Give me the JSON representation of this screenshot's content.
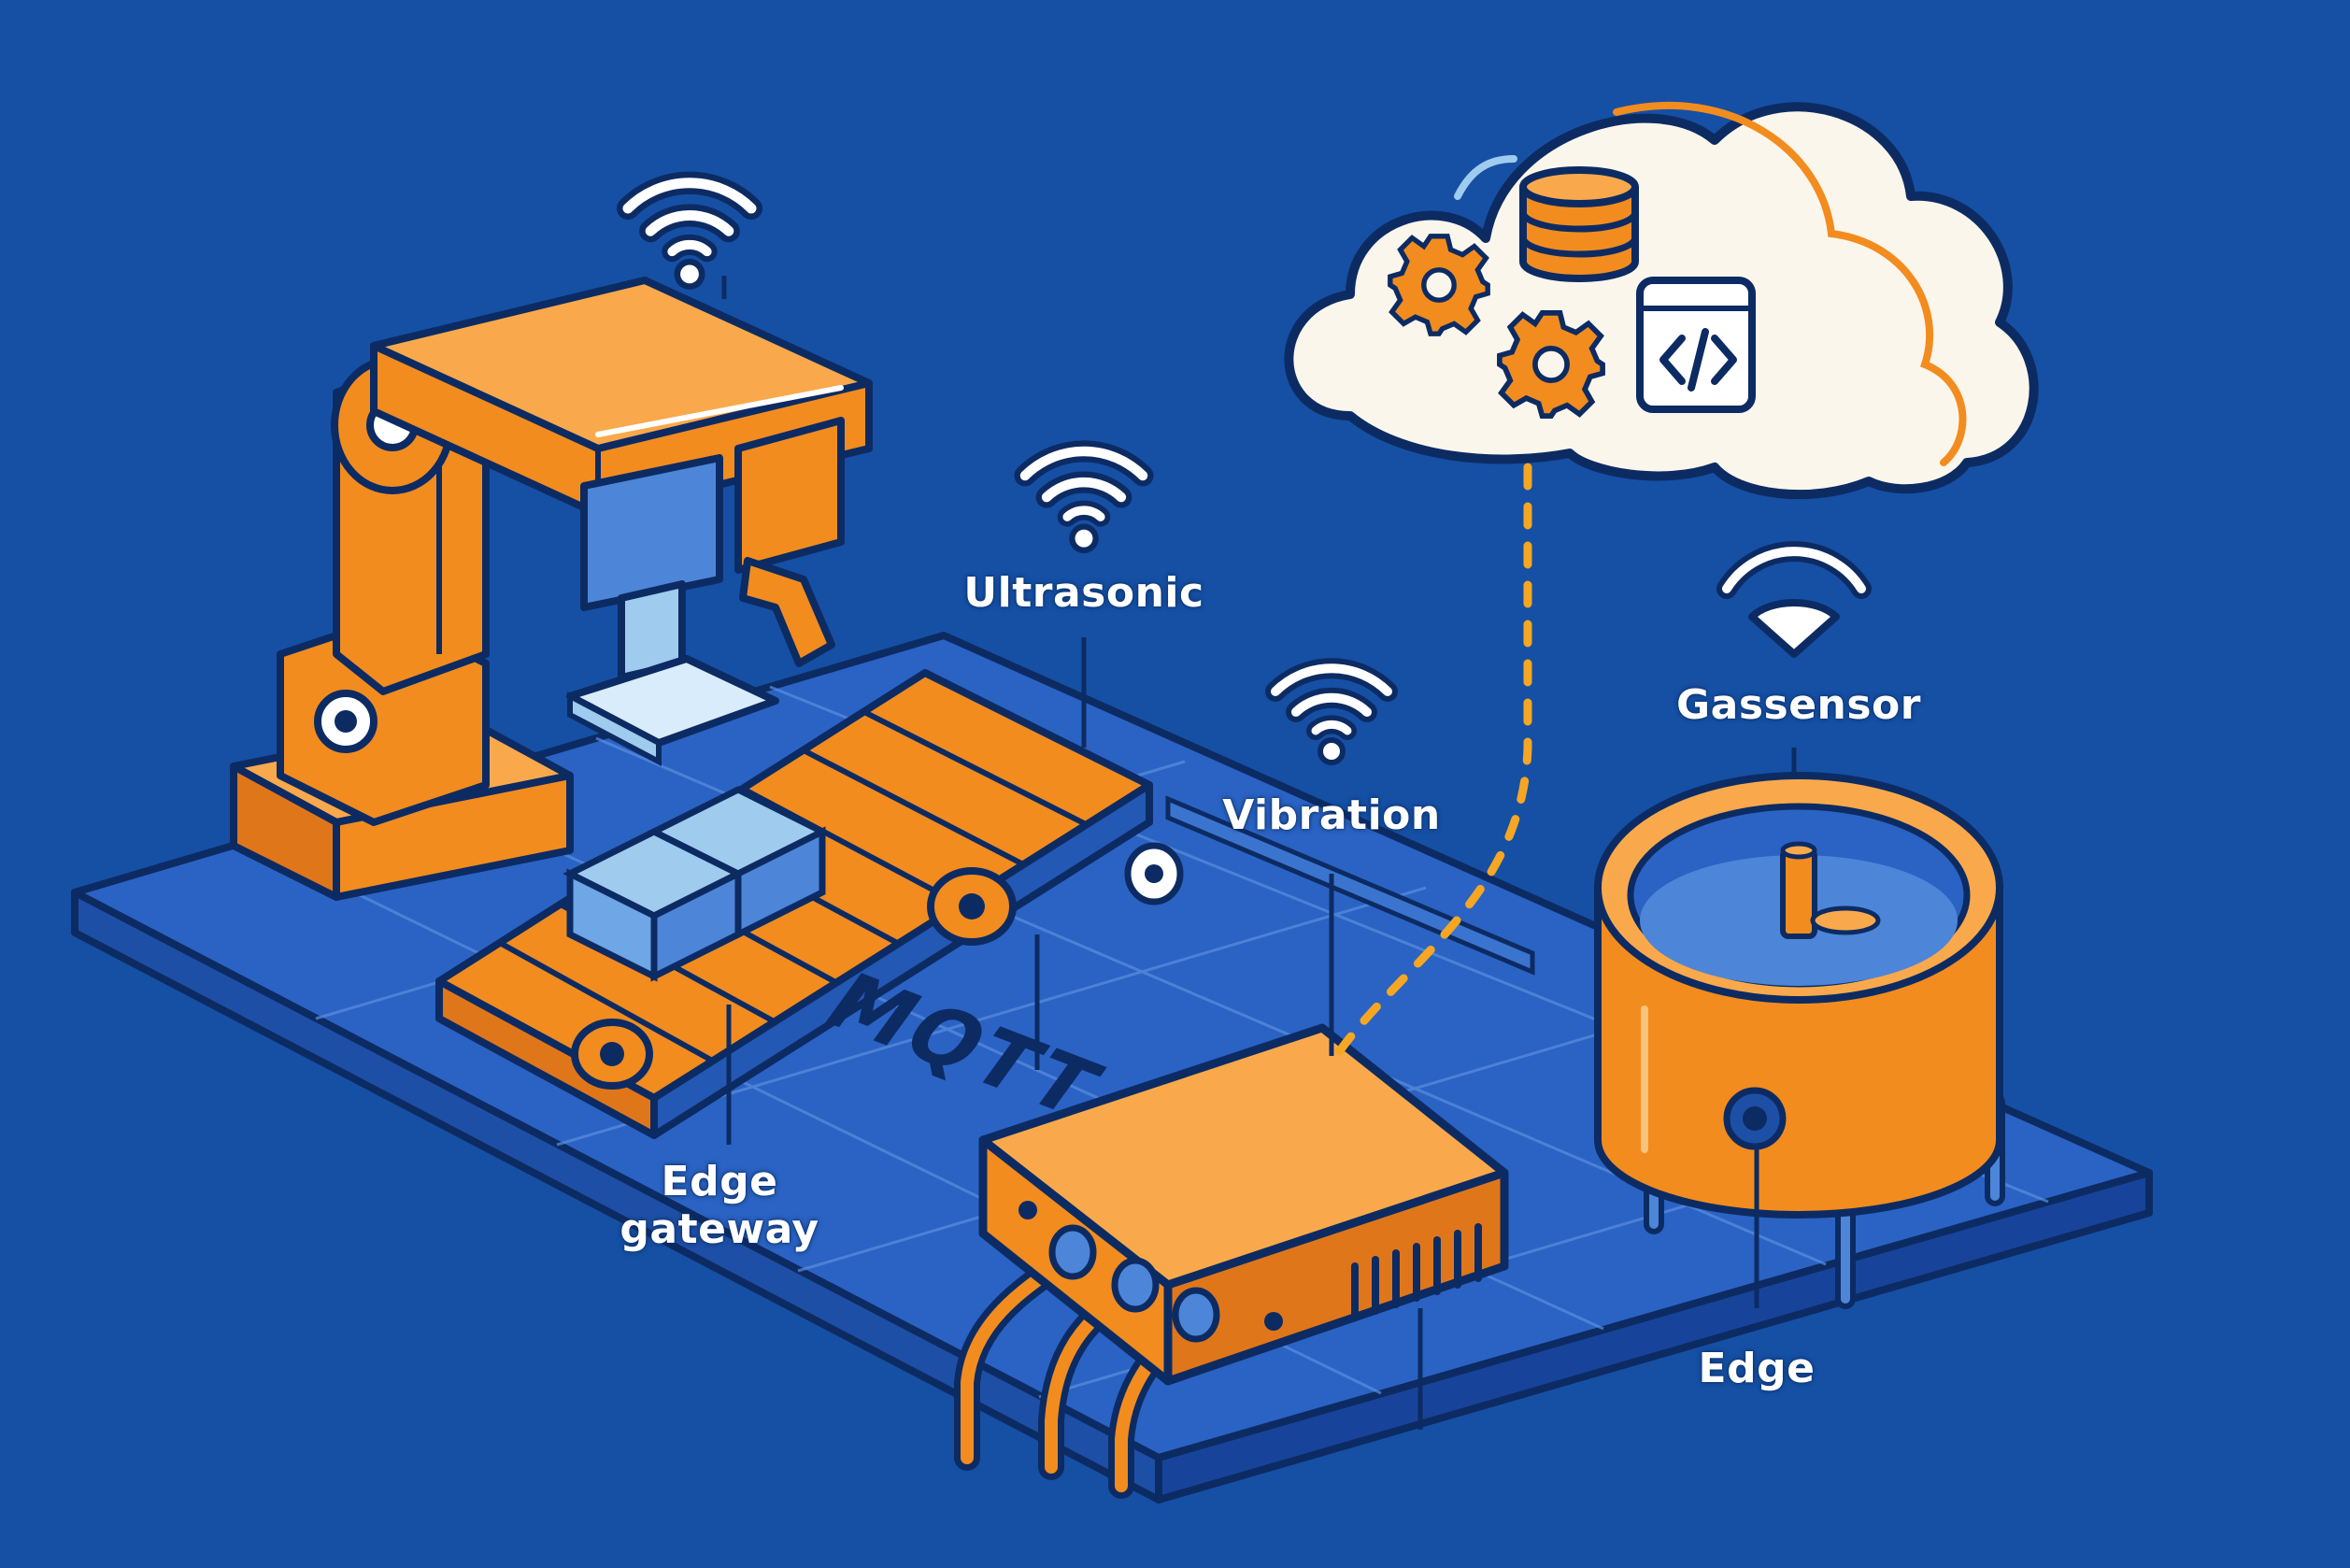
{
  "labels": {
    "ultrasonic": "Ultrasonic",
    "vibration": "Vibration",
    "gas_sensor": "Gassensor",
    "edge_gateway_line1": "Edge",
    "edge_gateway_line2": "gateway",
    "edge": "Edge"
  },
  "device": {
    "mqtt": "MQTT"
  },
  "colors": {
    "background": "#1550a5",
    "orange": "#f28c1f",
    "navy": "#0d2b63",
    "cloud": "#fbf6ec",
    "floor": "#2a63c4",
    "light_blue": "#9fcbee"
  },
  "icons": [
    "wifi-icon",
    "database-icon",
    "gear-icon",
    "code-icon",
    "cloud-icon"
  ]
}
